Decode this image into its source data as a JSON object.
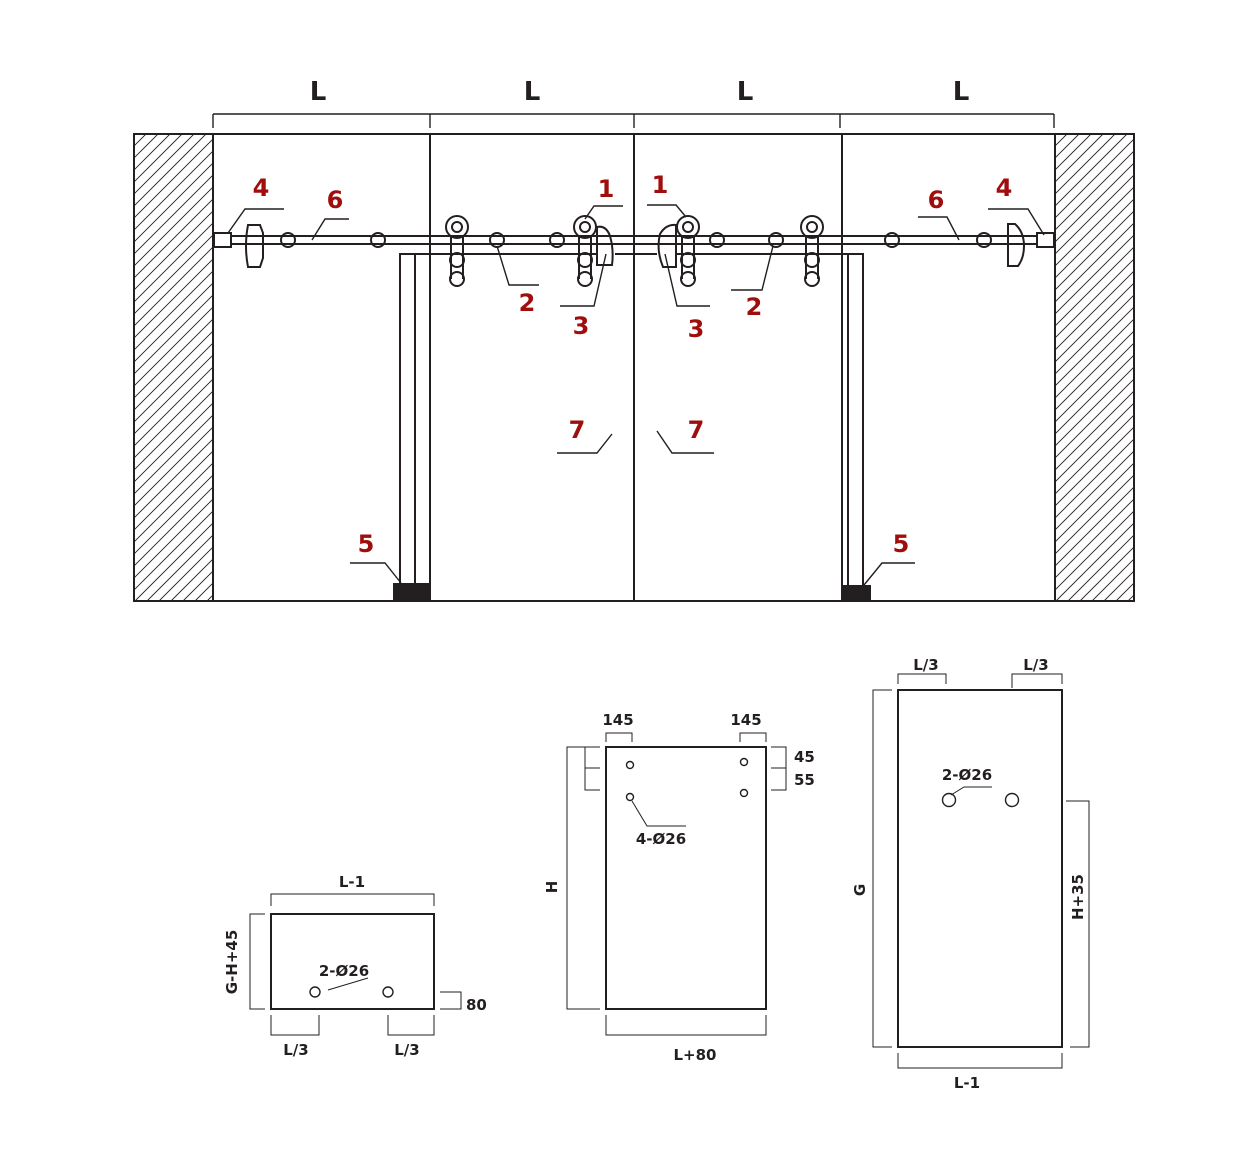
{
  "colors": {
    "line": "#231f20",
    "callout": "#a00d0d",
    "background": "#ffffff",
    "floor_stop": "#231f20"
  },
  "elevation": {
    "span_labels": [
      "L",
      "L",
      "L",
      "L"
    ],
    "callouts": {
      "left_wall_stop": "4",
      "left_rail_holder": "6",
      "left_roller_outer": "2",
      "left_roller_inner_top": "1",
      "left_roller_inner_bottom": "3",
      "right_roller_inner_top": "1",
      "right_roller_inner_bottom": "3",
      "right_roller_outer": "2",
      "right_rail_holder": "6",
      "right_wall_stop": "4",
      "left_door": "7",
      "right_door": "7",
      "left_floor_guide": "5",
      "right_floor_guide": "5"
    }
  },
  "panel_fixed": {
    "width": "L-1",
    "height": "G-H+45",
    "holes": "2-Ø26",
    "hole_offset": "80",
    "spacing_left": "L/3",
    "spacing_right": "L/3"
  },
  "panel_door": {
    "width": "L+80",
    "height": "H",
    "holes": "4-Ø26",
    "edge_left": "145",
    "edge_right": "145",
    "offset_top": "45",
    "offset_second": "55"
  },
  "panel_side": {
    "width": "L-1",
    "height": "G",
    "holes": "2-Ø26",
    "hole_height": "H+35",
    "spacing_left": "L/3",
    "spacing_right": "L/3"
  }
}
